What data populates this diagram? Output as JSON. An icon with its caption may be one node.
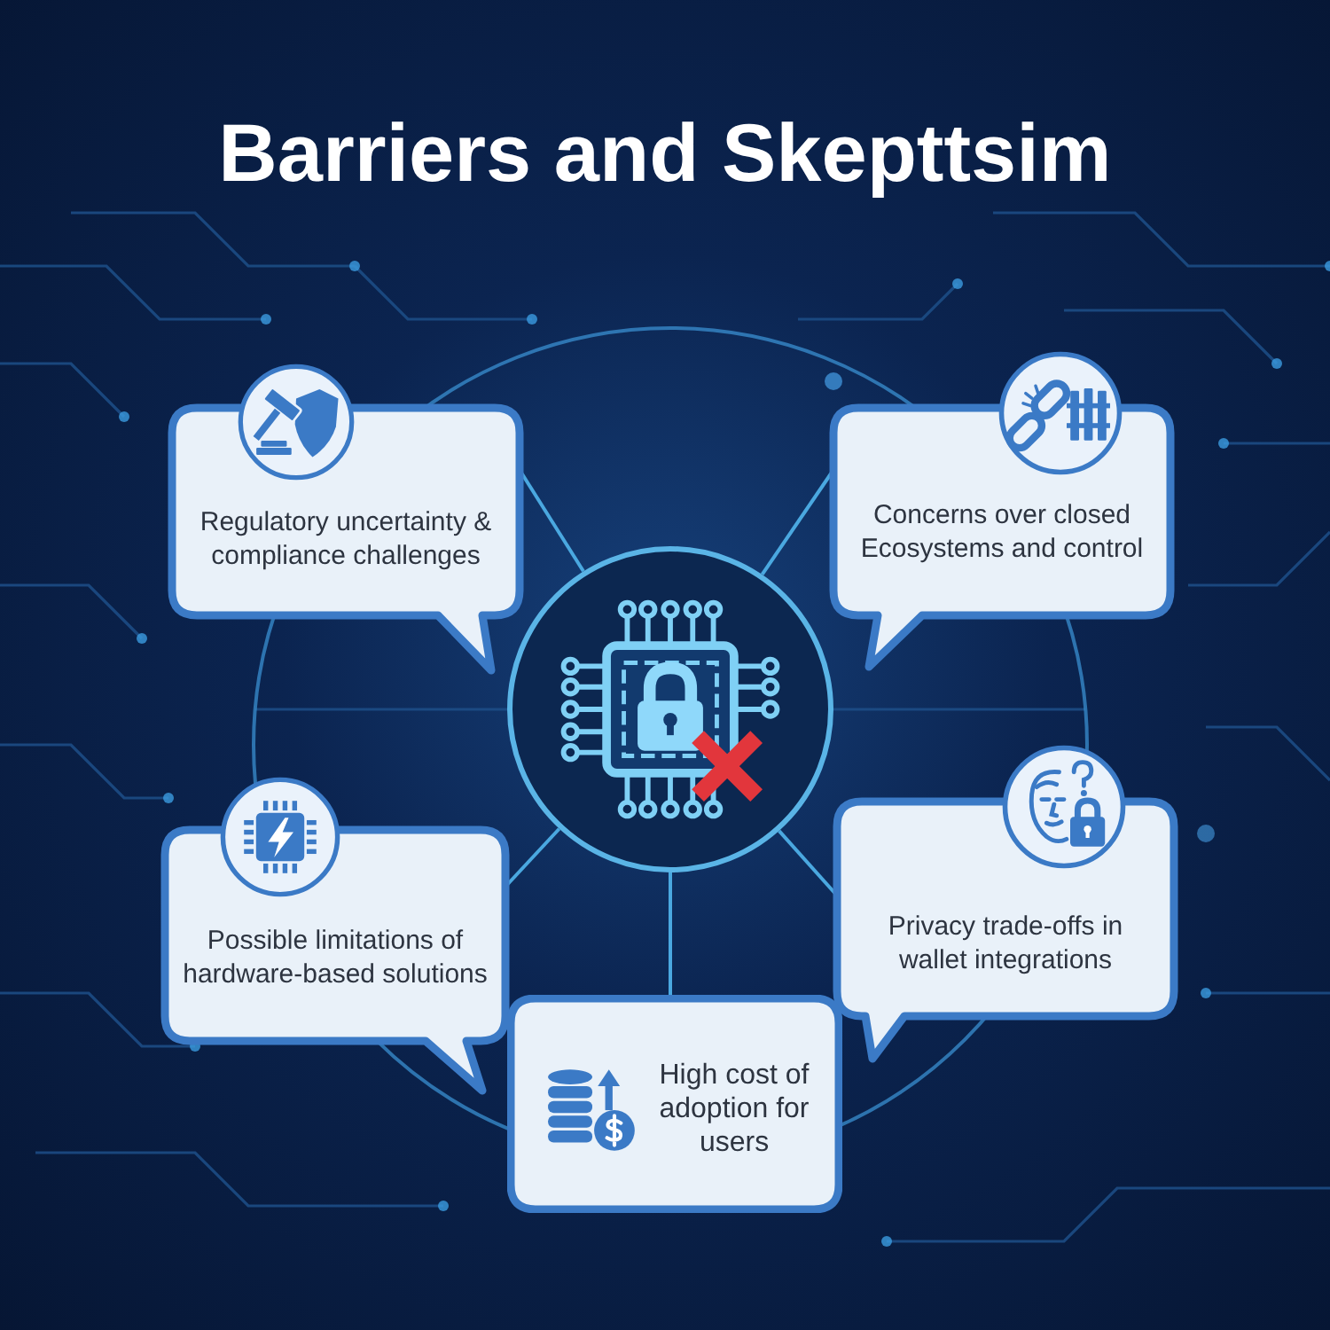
{
  "diagram": {
    "title": "Barriers and Skepttsim",
    "nodes": [
      {
        "text": [
          "Regulatory uncertainty & compliance challenges"
        ]
      },
      {
        "text": [
          "Concerns over closed Ecosystems and control"
        ]
      },
      {
        "text": [],
        "shape": "circle"
      },
      {
        "text": [
          "Possible limitations of hardware-based solutions"
        ]
      },
      {
        "text": [
          "Privacy trade-offs in wallet integrations"
        ]
      },
      {
        "text": [
          "High cost of adoption for users"
        ]
      }
    ],
    "edges": [
      {
        "from": 2,
        "to": 0,
        "arrow": "none"
      },
      {
        "from": 2,
        "to": 1,
        "arrow": "none"
      },
      {
        "from": 2,
        "to": 3,
        "arrow": "none"
      },
      {
        "from": 2,
        "to": 4,
        "arrow": "none"
      },
      {
        "from": 2,
        "to": 5,
        "arrow": "none"
      }
    ]
  }
}
